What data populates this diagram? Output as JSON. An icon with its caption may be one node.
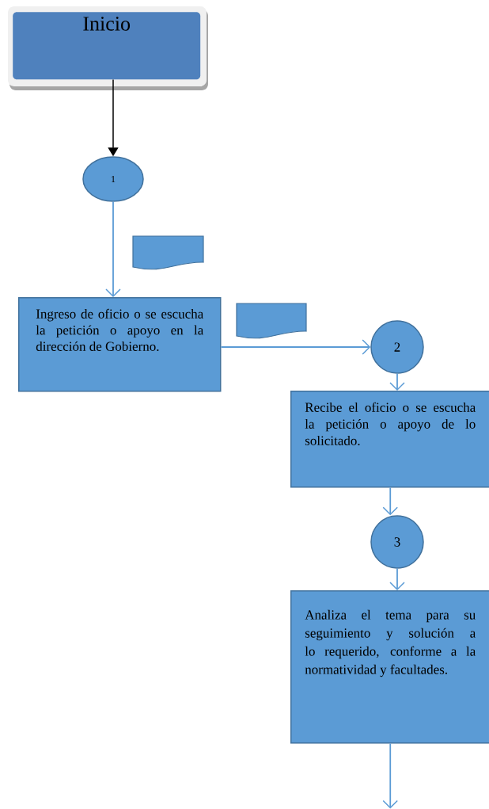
{
  "diagram": {
    "nodes": [
      {
        "text": [
          "Inicio"
        ]
      },
      {
        "text": [
          "1"
        ]
      },
      {
        "text": [],
        "shape": "document"
      },
      {
        "text": [
          "Ingreso de oficio o se escucha la petición o apoyo en la dirección de Gobierno."
        ]
      },
      {
        "text": [],
        "shape": "document"
      },
      {
        "text": [
          "2"
        ]
      },
      {
        "text": [
          "Recibe el oficio o se escucha la petición o apoyo de lo solicitado."
        ]
      },
      {
        "text": [
          "3"
        ]
      },
      {
        "text": [
          "Analiza el tema para su seguimiento y solución a lo requerido, conforme a la normatividad y facultades."
        ]
      }
    ],
    "edges": [
      {
        "from": 0,
        "to": 1,
        "arrow": "to",
        "color": "#000000"
      },
      {
        "from": 1,
        "to": 3,
        "arrow": "to"
      },
      {
        "from": 3,
        "to": 5,
        "arrow": "to"
      },
      {
        "from": 5,
        "to": 6,
        "arrow": "to"
      },
      {
        "from": 6,
        "to": 7,
        "arrow": "to"
      },
      {
        "from": 7,
        "to": 8,
        "arrow": "to"
      },
      {
        "from": 8,
        "to": null,
        "arrow": "to"
      }
    ]
  }
}
